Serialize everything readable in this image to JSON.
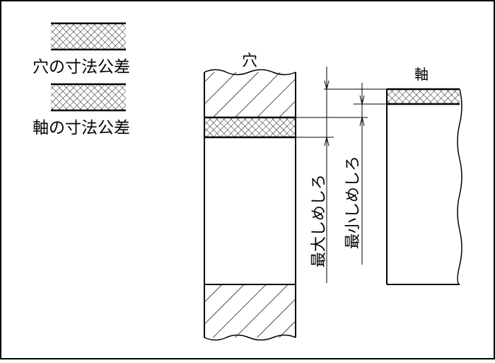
{
  "legend": {
    "hole_tolerance": "穴の寸法公差",
    "shaft_tolerance": "軸の寸法公差"
  },
  "labels": {
    "hole": "穴",
    "shaft": "軸",
    "max_clearance": "最大しめしろ",
    "min_clearance": "最小しめしろ"
  }
}
